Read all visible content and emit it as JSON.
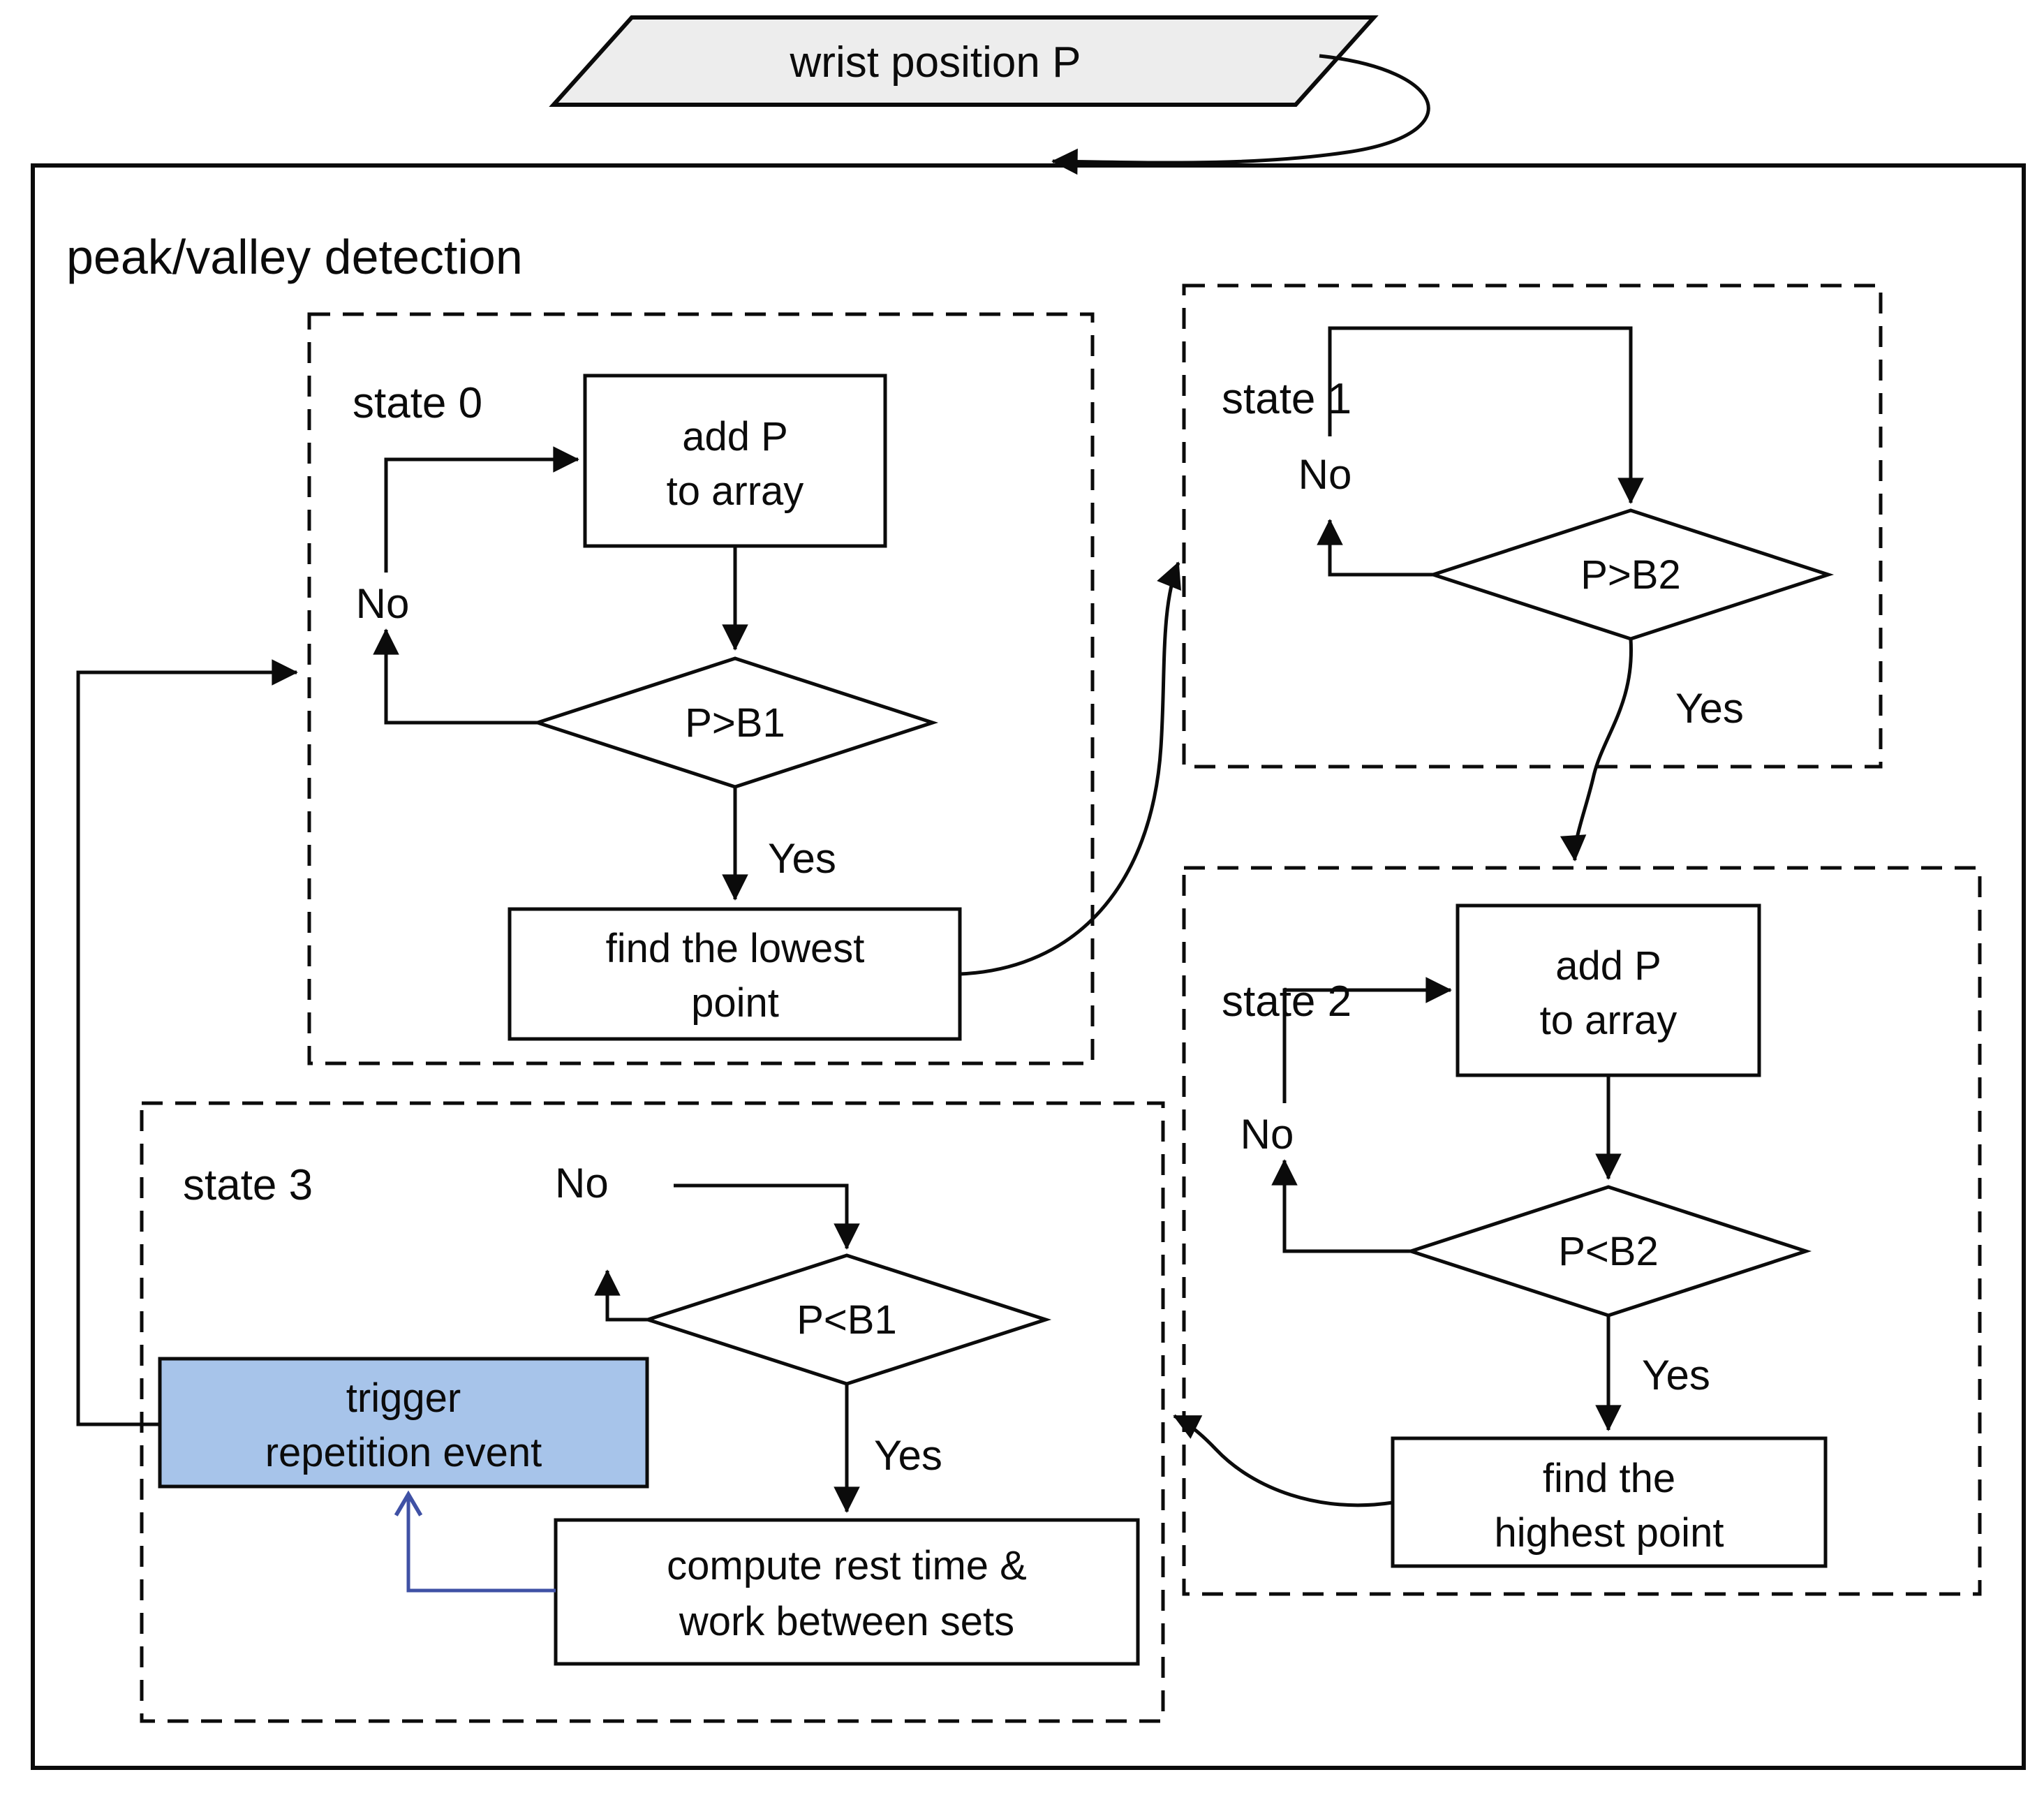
{
  "diagram": {
    "input_label": "wrist position P",
    "container_label": "peak/valley detection",
    "edge_labels": {
      "yes": "Yes",
      "no": "No"
    },
    "colors": {
      "line": "#0b0b0b",
      "input_fill": "#ededed",
      "highlight_fill": "#a7c4ea",
      "highlight_arrow": "#3f51a5"
    },
    "states": {
      "s0": {
        "label": "state 0",
        "add": [
          "add P",
          "to array"
        ],
        "decision": "P>B1",
        "result": [
          "find the lowest",
          "point"
        ]
      },
      "s1": {
        "label": "state 1",
        "decision": "P>B2"
      },
      "s2": {
        "label": "state 2",
        "add": [
          "add P",
          "to array"
        ],
        "decision": "P<B2",
        "result": [
          "find the",
          "highest point"
        ]
      },
      "s3": {
        "label": "state 3",
        "decision": "P<B1",
        "trigger": [
          "trigger",
          "repetition event"
        ],
        "compute": [
          "compute rest time &",
          "work between sets"
        ]
      }
    }
  }
}
